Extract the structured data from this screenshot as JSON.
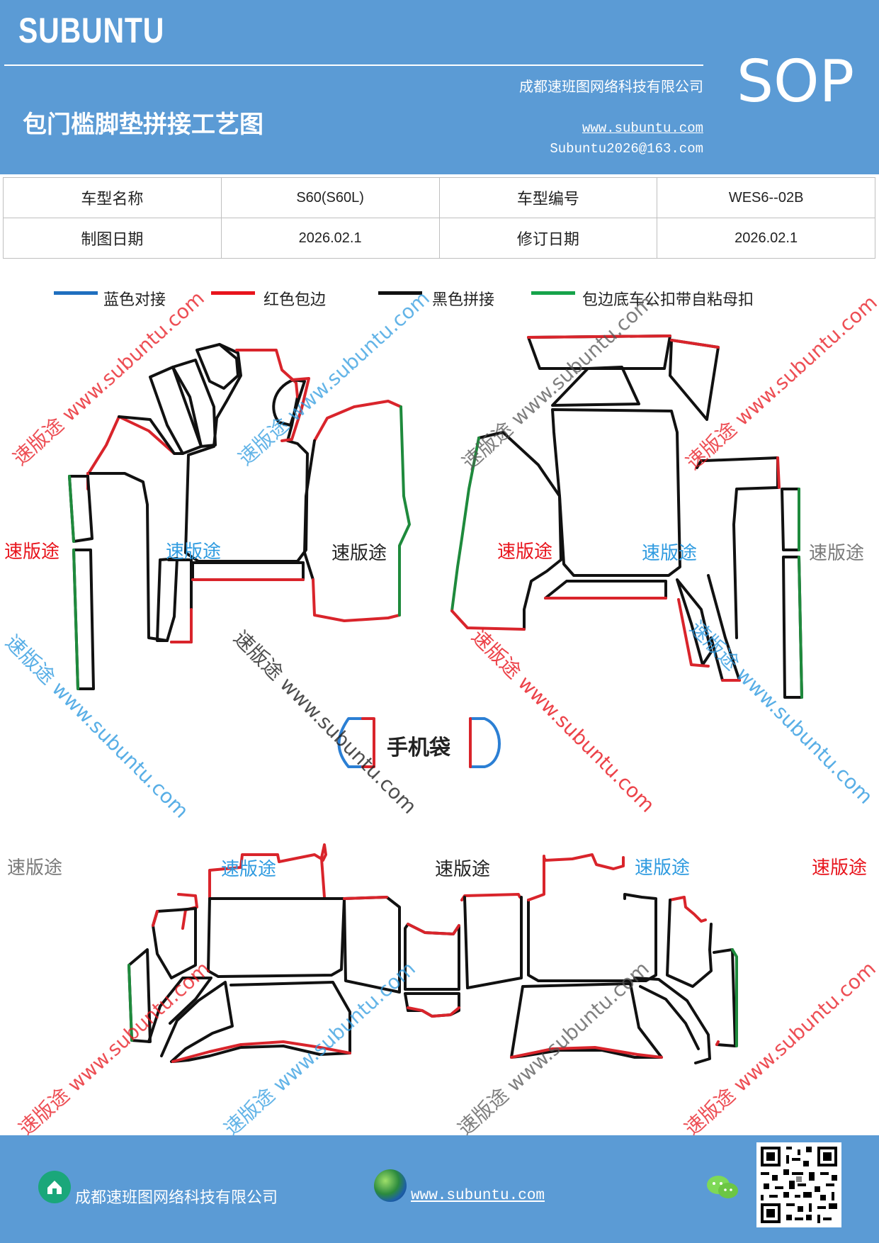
{
  "header": {
    "brand": "SUBUNTU",
    "sop": "SOP",
    "company": "成都速班图网络科技有限公司",
    "title": "包门槛脚垫拼接工艺图",
    "website": "www.subuntu.com",
    "email": "Subuntu2026@163.com"
  },
  "info": {
    "model_name_label": "车型名称",
    "model_name_value": "S60(S60L)",
    "model_code_label": "车型编号",
    "model_code_value": "WES6--02B",
    "draw_date_label": "制图日期",
    "draw_date_value": "2026.02.1",
    "revise_date_label": "修订日期",
    "revise_date_value": "2026.02.1"
  },
  "legend": [
    {
      "label": "蓝色对接",
      "color": "#1f6fbf"
    },
    {
      "label": "红色包边",
      "color": "#e8141c"
    },
    {
      "label": "黑色拼接",
      "color": "#111111"
    },
    {
      "label": "包边底车公扣带自粘母扣",
      "color": "#16a34a"
    }
  ],
  "colors": {
    "header_bg": "#5b9bd5",
    "wm_red": "#e8141c",
    "wm_blue": "#2f9be0",
    "wm_gray": "#7a7a7a",
    "wm_black": "#222222",
    "outline_black": "#111111",
    "outline_red": "#d9242b",
    "outline_green": "#1e8a3c",
    "outline_blue": "#2b7fd4"
  },
  "phone_pouch_label": "手机袋",
  "watermark": {
    "label": "速版途",
    "url": "www.subuntu.com",
    "combo": "速版途 www.subuntu.com"
  },
  "footer": {
    "company": "成都速班图网络科技有限公司",
    "website": "www.subuntu.com",
    "icons": [
      "home-icon",
      "globe-icon",
      "wechat-icon",
      "qr-code"
    ]
  }
}
